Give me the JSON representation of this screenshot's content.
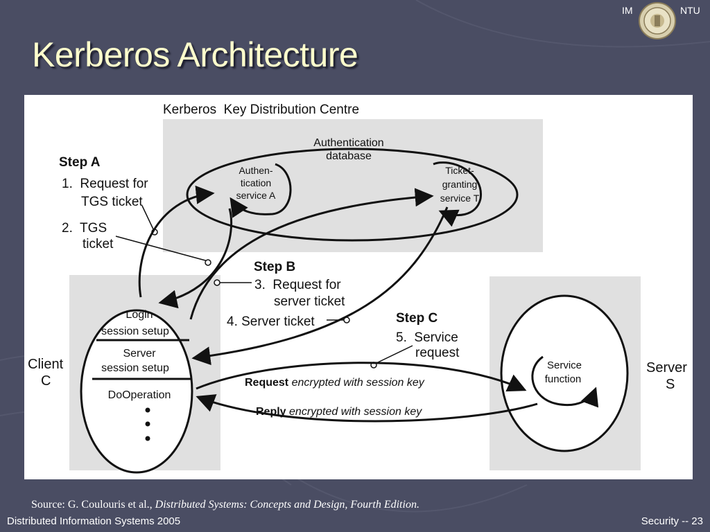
{
  "slide": {
    "title": "Kerberos Architecture",
    "logo_left": "IM",
    "logo_right": "NTU",
    "source_prefix": "Source: G. Coulouris et al., ",
    "source_italic": "Distributed Systems: Concepts and Design, Fourth Edition.",
    "footer_left": "Distributed Information Systems 2005",
    "footer_right": "Security -- 23",
    "colors": {
      "background": "#4a4d63",
      "title": "#ffffcc",
      "panel": "#e0e0e0"
    }
  },
  "diagram": {
    "kdc_label": "Kerberos  Key Distribution Centre",
    "auth_db": [
      "Authentication",
      "database"
    ],
    "auth_service": [
      "Authen-",
      "tication",
      "service A"
    ],
    "ticket_service": [
      "Ticket-",
      "granting",
      "service T"
    ],
    "step_a": {
      "title": "Step A",
      "item1": [
        "1.  Request for",
        "TGS ticket"
      ],
      "item2": [
        "2.  TGS",
        "ticket"
      ]
    },
    "step_b": {
      "title": "Step B",
      "item3": [
        "3.  Request for",
        "server ticket"
      ],
      "item4": "4. Server ticket"
    },
    "step_c": {
      "title": "Step C",
      "item5": [
        "5.  Service",
        "request"
      ]
    },
    "client_label": [
      "Client",
      "C"
    ],
    "server_label": [
      "Server",
      "S"
    ],
    "client_sections": [
      "Login",
      "session setup",
      "Server",
      "session setup",
      "DoOperation"
    ],
    "service_function": [
      "Service",
      "function"
    ],
    "request_bold": "Request",
    "request_italic": " encrypted with session key",
    "reply_bold": "Reply",
    "reply_italic": " encrypted with session key"
  }
}
